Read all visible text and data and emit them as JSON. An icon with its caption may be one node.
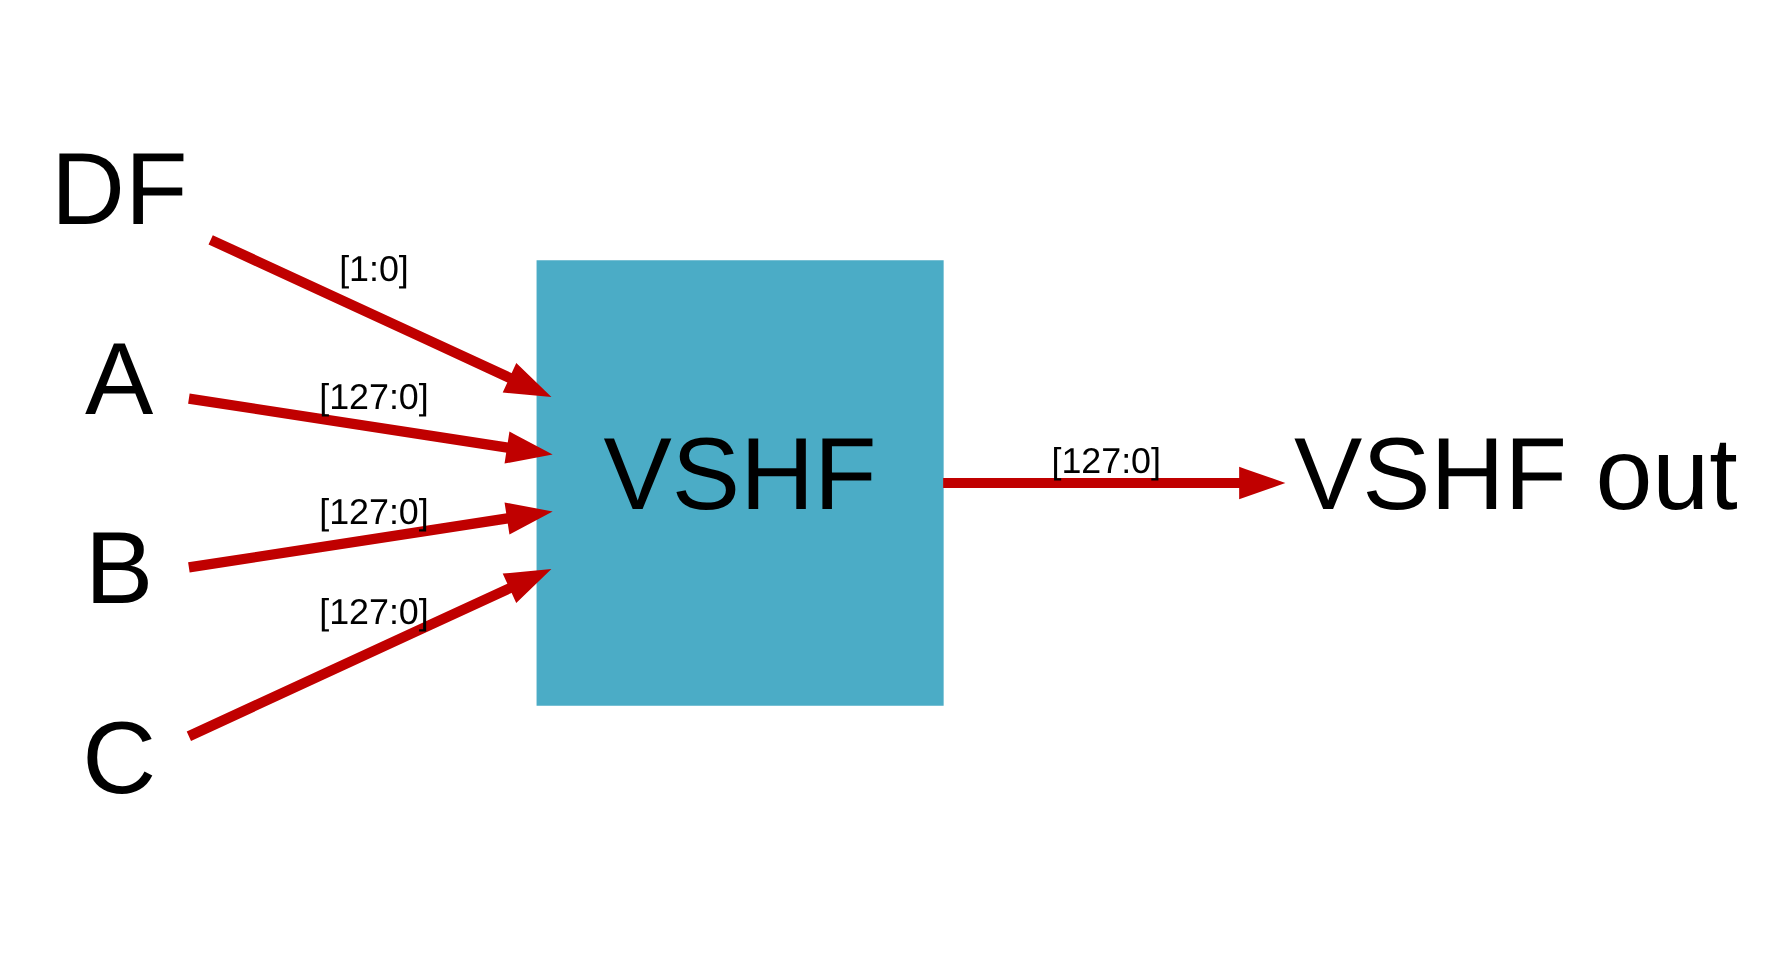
{
  "diagram": {
    "nodes": [
      {
        "text": [
          "DF"
        ]
      },
      {
        "text": [
          "A"
        ]
      },
      {
        "text": [
          "B"
        ]
      },
      {
        "text": [
          "C"
        ]
      },
      {
        "text": [
          "VSHF"
        ]
      },
      {
        "text": [
          "VSHF out"
        ]
      }
    ],
    "edges": [
      {
        "from": 0,
        "to": 4,
        "arrow": "to",
        "label": "[1:0]"
      },
      {
        "from": 1,
        "to": 4,
        "arrow": "to",
        "label": "[127:0]"
      },
      {
        "from": 2,
        "to": 4,
        "arrow": "to",
        "label": "[127:0]"
      },
      {
        "from": 3,
        "to": 4,
        "arrow": "to",
        "label": "[127:0]"
      },
      {
        "from": 4,
        "to": 5,
        "arrow": "to",
        "label": "[127:0]"
      }
    ]
  }
}
